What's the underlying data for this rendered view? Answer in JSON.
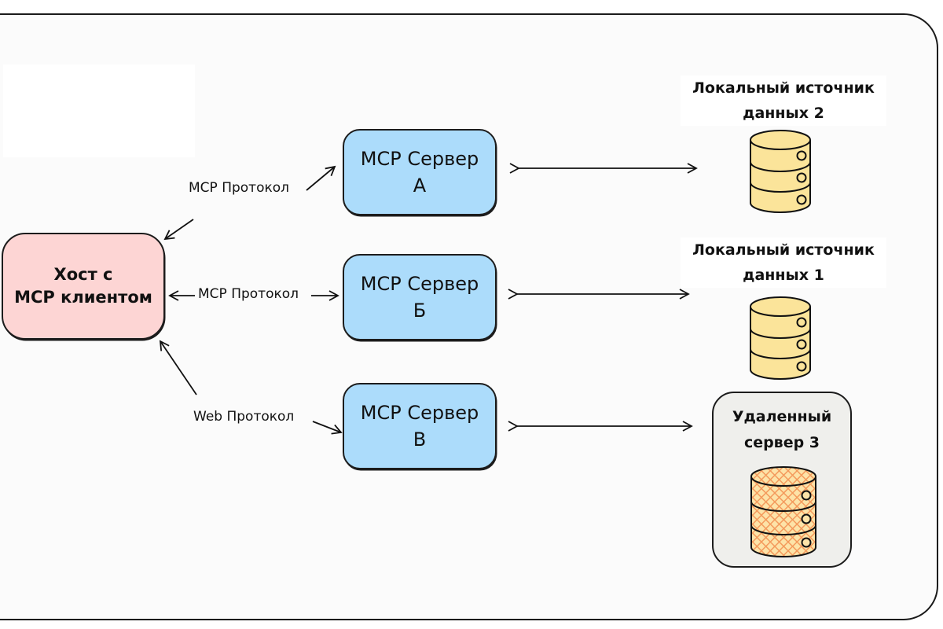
{
  "diagram": {
    "host": {
      "line1": "Хост с",
      "line2": "MCP клиентом",
      "color": "#fdd5d4"
    },
    "servers": [
      {
        "line1": "MCP Сервер",
        "line2": "А",
        "color": "#acdcfb"
      },
      {
        "line1": "MCP Сервер",
        "line2": "Б",
        "color": "#acdcfb"
      },
      {
        "line1": "MCP Сервер",
        "line2": "В",
        "color": "#acdcfb"
      }
    ],
    "protocols": [
      {
        "label": "MCP Протокол",
        "direction": "host-to-server-A"
      },
      {
        "label": "MCP Протокол",
        "direction": "bidirectional-host-server-B"
      },
      {
        "label": "Web Протокол",
        "direction": "server-C-to-host"
      }
    ],
    "data_sources": [
      {
        "line1": "Локальный источник",
        "line2": "данных 2",
        "type": "local-database",
        "color": "#fbe49a"
      },
      {
        "line1": "Локальный источник",
        "line2": "данных 1",
        "type": "local-database",
        "color": "#fbe49a"
      },
      {
        "line1": "Удаленный",
        "line2": "сервер 3",
        "type": "remote-database",
        "color": "#f7a86c"
      }
    ],
    "connections": [
      {
        "from": "MCP Сервер А",
        "to": "Локальный источник данных 2",
        "style": "double-arrow"
      },
      {
        "from": "MCP Сервер Б",
        "to": "Локальный источник данных 1",
        "style": "double-arrow"
      },
      {
        "from": "MCP Сервер В",
        "to": "Удаленный сервер 3",
        "style": "double-arrow"
      }
    ]
  }
}
